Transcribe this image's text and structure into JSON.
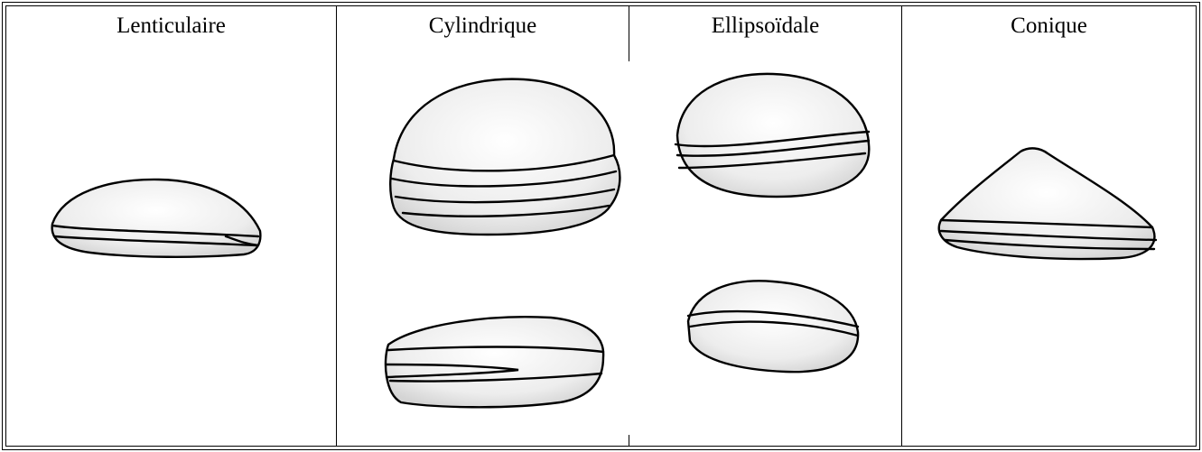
{
  "figure": {
    "columns": [
      {
        "key": "lenticulaire",
        "title": "Lenticulaire",
        "drawings": 1
      },
      {
        "key": "cylindrique",
        "title": "Cylindrique",
        "drawings": 2
      },
      {
        "key": "ellipsoidale",
        "title": "Ellipsoïdale",
        "drawings": 2
      },
      {
        "key": "conique",
        "title": "Conique",
        "drawings": 1
      }
    ]
  },
  "style": {
    "line_color": "#000000",
    "shade_color": "#e6e6e6"
  }
}
